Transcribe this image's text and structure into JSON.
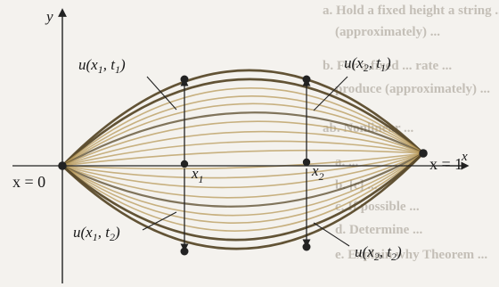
{
  "figure": {
    "background": "#f4f2ee",
    "string_color": "#b89a5a",
    "string_dark_color": "#5a4a2a",
    "axis_color": "#222222",
    "axis": {
      "y_label": "y",
      "x_label": "x"
    },
    "endpoint_labels": {
      "left": "x = 0",
      "right": "x = 1"
    },
    "point_labels": {
      "x1": "x",
      "x1_sub": "1",
      "x2": "x",
      "x2_sub": "2"
    },
    "callouts": {
      "u_x1_t1": {
        "pre": "u(x",
        "s1": "1",
        "mid": ", t",
        "s2": "1",
        "post": ")"
      },
      "u_x2_t1": {
        "pre": "u(x",
        "s1": "2",
        "mid": ", t",
        "s2": "1",
        "post": ")"
      },
      "u_x1_t2": {
        "pre": "u(x",
        "s1": "1",
        "mid": ", t",
        "s2": "2",
        "post": ")"
      },
      "u_x2_t2": {
        "pre": "u(x",
        "s1": "2",
        "mid": ", t",
        "s2": "2",
        "post": ")"
      }
    },
    "background_text": [
      "a. Hold a fixed height a string ... Describe",
      "(approximately) ...",
      "b. For a fixed ... rate ...",
      "produce (approximately) ...",
      "ab. Nonlinear ...",
      "a. ...",
      "b. [c] ...",
      "c. If possible ...",
      "d. Determine ...",
      "e. Explain why Theorem ..."
    ]
  }
}
